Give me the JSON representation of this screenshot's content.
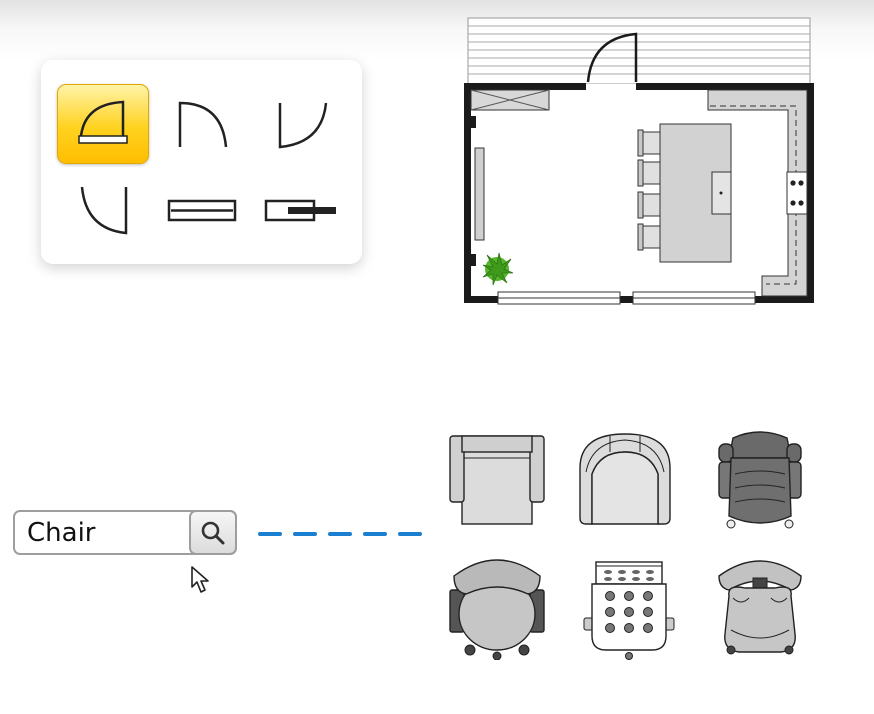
{
  "search": {
    "value": "Chair",
    "button_icon": "search-icon"
  },
  "palette": {
    "tools": [
      {
        "name": "door-swing-left",
        "selected": true
      },
      {
        "name": "door-arc-right",
        "selected": false
      },
      {
        "name": "door-arc-down-left",
        "selected": false
      },
      {
        "name": "door-arc-down-right",
        "selected": false
      },
      {
        "name": "window",
        "selected": false
      },
      {
        "name": "sliding-door",
        "selected": false
      }
    ]
  },
  "chair_results": [
    "armchair-square",
    "armchair-round",
    "recliner-chair",
    "office-chair",
    "mesh-chair",
    "club-chair"
  ],
  "colors": {
    "selected_tool": "#ffd21f",
    "connector": "#1a7fd0",
    "plant": "#57b62c"
  }
}
